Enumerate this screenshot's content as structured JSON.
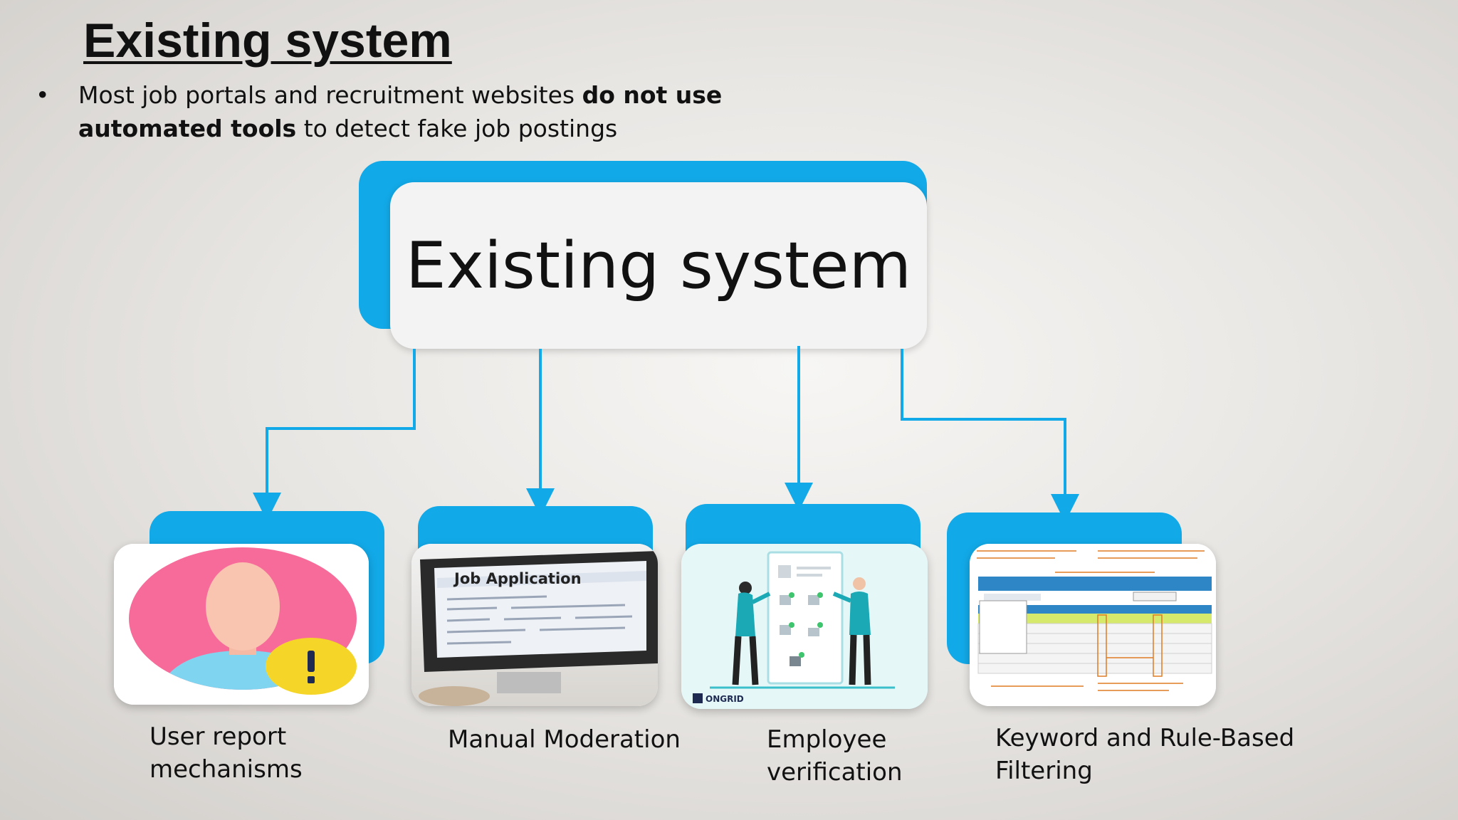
{
  "slide": {
    "title": "Existing system",
    "bullet_symbol": "•",
    "bullet": {
      "part1": "Most job portals and recruitment websites ",
      "bold1": "do not use automated tools",
      "part2": " to detect fake job postings"
    }
  },
  "diagram": {
    "root_label": "Existing system",
    "children": [
      {
        "caption_line1": "User report",
        "caption_line2": "mechanisms",
        "icon": "user-alert-icon"
      },
      {
        "caption_line1": "Manual Moderation",
        "caption_line2": "",
        "icon": "monitor-icon",
        "image_text": "Job Application"
      },
      {
        "caption_line1": "Employee",
        "caption_line2": "verification",
        "icon": "verification-illustration-icon",
        "logo_text": "ONGRID"
      },
      {
        "caption_line1": "Keyword and Rule-Based",
        "caption_line2": "Filtering",
        "icon": "table-screenshot-icon"
      }
    ]
  },
  "colors": {
    "accent_blue": "#12a9e8",
    "card_white": "#f3f3f3",
    "avatar_pink": "#f76b9b",
    "alert_yellow": "#f5d628"
  }
}
